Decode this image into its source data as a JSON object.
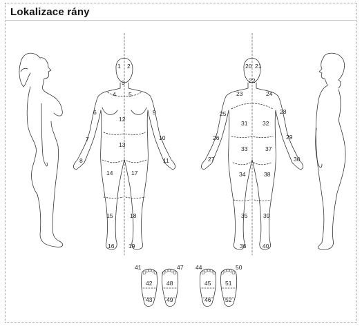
{
  "header": {
    "title": "Lokalizace rány"
  },
  "front_regions": [
    "1",
    "2",
    "3",
    "4",
    "5",
    "6",
    "9",
    "12",
    "7",
    "10",
    "13",
    "8",
    "11",
    "14",
    "17",
    "15",
    "18",
    "16",
    "19"
  ],
  "back_regions": [
    "20",
    "21",
    "22",
    "23",
    "24",
    "25",
    "28",
    "31",
    "32",
    "26",
    "29",
    "33",
    "37",
    "27",
    "30",
    "34",
    "38",
    "35",
    "39",
    "36",
    "40"
  ],
  "sole_regions": [
    "41",
    "47",
    "44",
    "50",
    "42",
    "48",
    "45",
    "51",
    "43",
    "49",
    "46",
    "52"
  ]
}
